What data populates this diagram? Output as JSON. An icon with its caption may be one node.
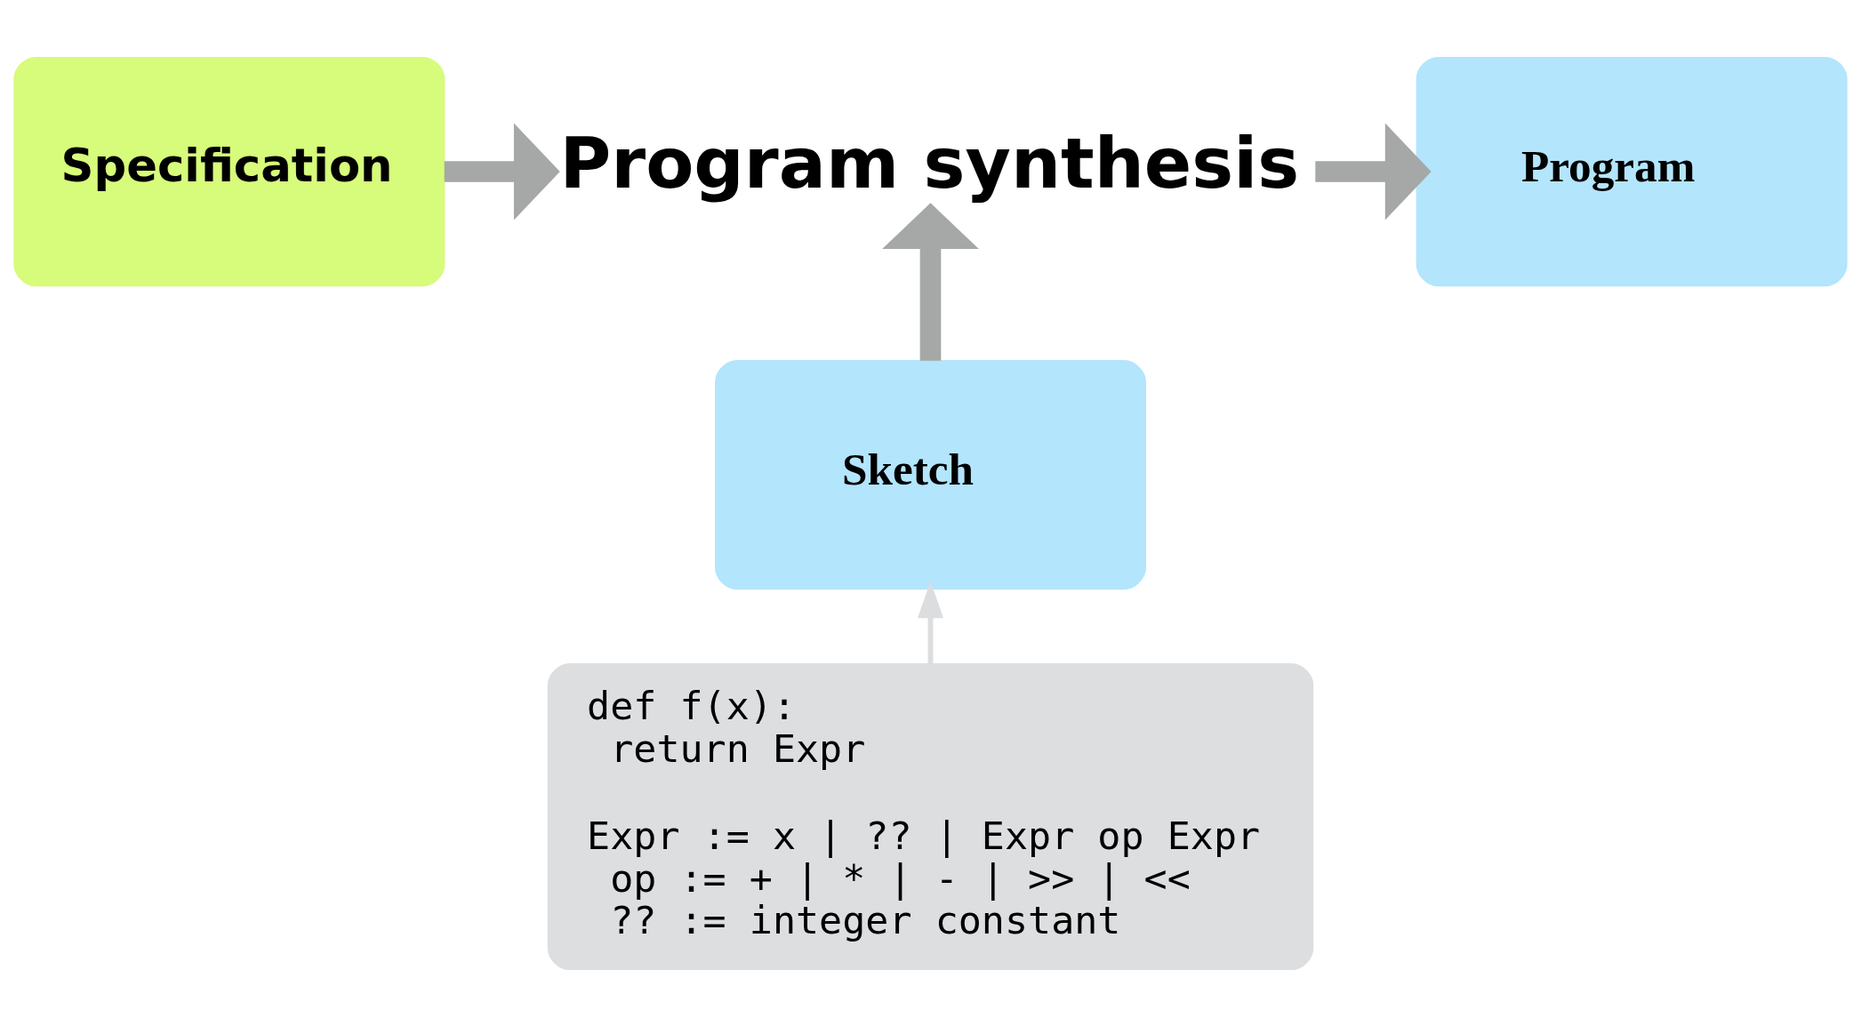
{
  "diagram": {
    "nodes": [
      {
        "text": [
          "Specification"
        ]
      },
      {
        "text": [
          "Program synthesis"
        ]
      },
      {
        "text": [
          "Program"
        ]
      },
      {
        "text": [
          "Sketch"
        ]
      },
      {
        "text": [
          "def f(x):",
          "return Expr",
          "Expr := x | ?? | Expr op Expr",
          "op := + | * | - | >> | <<",
          "?? := integer constant"
        ]
      }
    ],
    "edges": [
      {
        "from": 0,
        "to": 1,
        "arrow": "to"
      },
      {
        "from": 1,
        "to": 2,
        "arrow": "to"
      },
      {
        "from": 3,
        "to": 1,
        "arrow": "to"
      },
      {
        "from": 4,
        "to": 3,
        "arrow": "to",
        "color": "#dcdddf"
      }
    ]
  }
}
